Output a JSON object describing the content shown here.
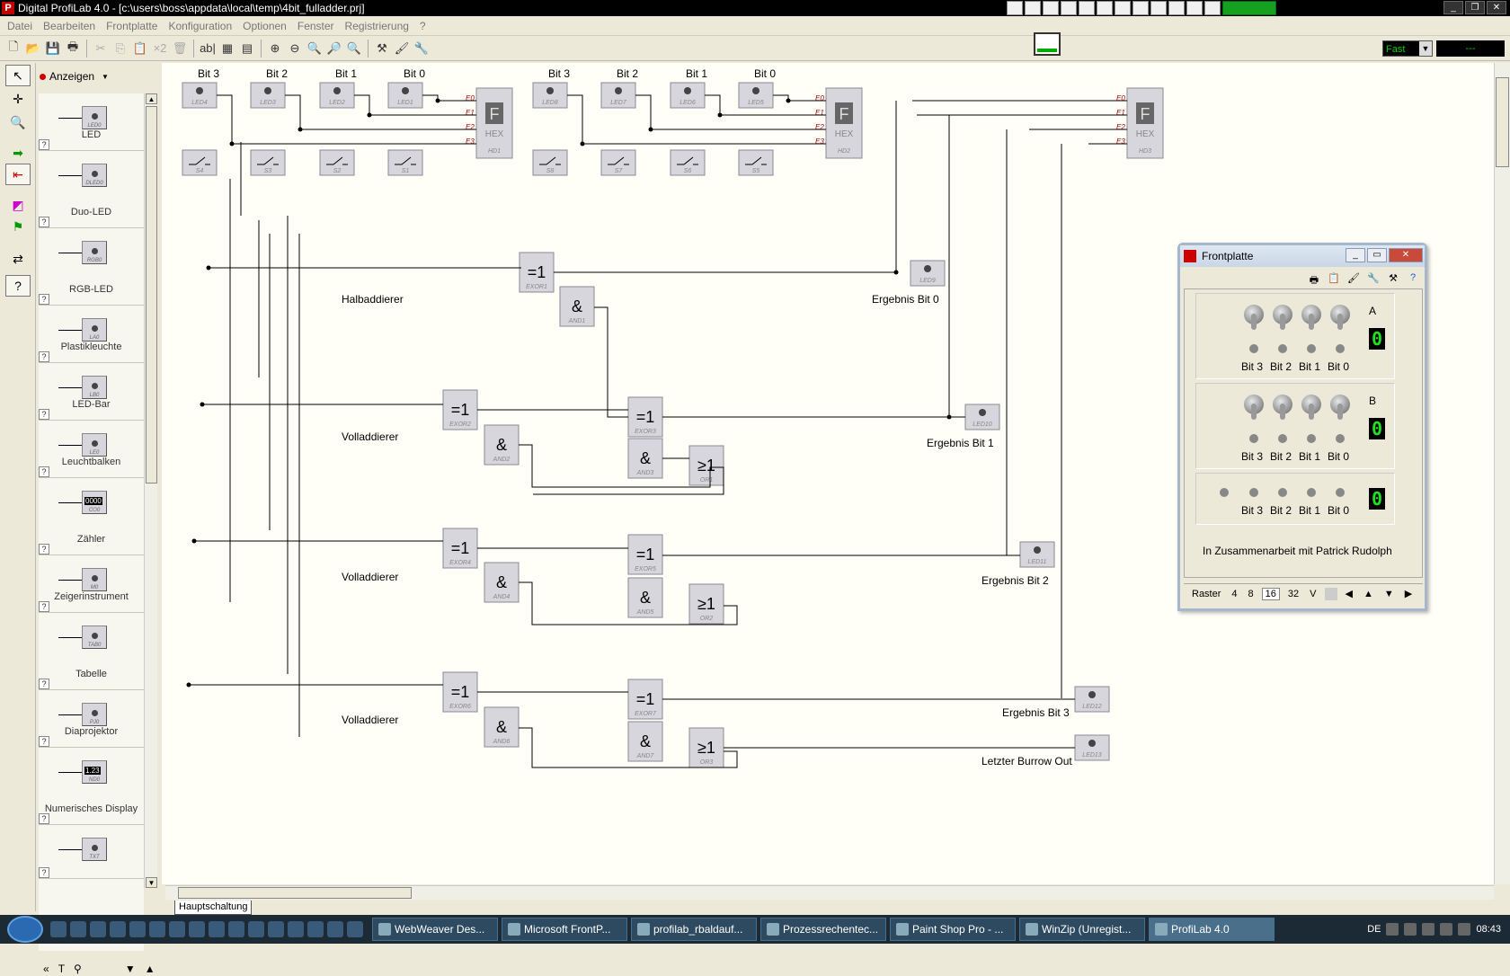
{
  "window": {
    "title": "Digital ProfiLab 4.0 - [c:\\users\\boss\\appdata\\local\\temp\\4bit_fulladder.prj]",
    "app_icon": "P"
  },
  "menu": [
    "Datei",
    "Bearbeiten",
    "Frontplatte",
    "Konfiguration",
    "Optionen",
    "Fenster",
    "Registrierung",
    "?"
  ],
  "toolbar": {
    "speed": "Fast",
    "display": "---",
    "copy_x2": "×2",
    "label_tool": "ab|"
  },
  "palette": {
    "header": "Anzeigen",
    "items": [
      {
        "label": "LED",
        "tag": "LED0"
      },
      {
        "label": "Duo-LED",
        "tag": "DLED0"
      },
      {
        "label": "RGB-LED",
        "tag": "RGB0"
      },
      {
        "label": "Plastikleuchte",
        "tag": "LA0"
      },
      {
        "label": "LED-Bar",
        "tag": "LB0"
      },
      {
        "label": "Leuchtbalken",
        "tag": "LE0"
      },
      {
        "label": "Zähler",
        "tag": "CO0",
        "display": "0000"
      },
      {
        "label": "Zeigerinstrument",
        "tag": "M0"
      },
      {
        "label": "Tabelle",
        "tag": "TAB0"
      },
      {
        "label": "Diaprojektor",
        "tag": "PJ0"
      },
      {
        "label": "Numerisches Display",
        "tag": "ND0",
        "display": "1.23"
      },
      {
        "label": "",
        "tag": "TXT"
      }
    ]
  },
  "schematic": {
    "bit_labels": [
      "Bit 3",
      "Bit 2",
      "Bit 1",
      "Bit 0",
      "Bit 3",
      "Bit 2",
      "Bit 1",
      "Bit 0"
    ],
    "leds_top": [
      "LED4",
      "LED3",
      "LED2",
      "LED1",
      "LED8",
      "LED7",
      "LED6",
      "LED5"
    ],
    "switches": [
      "S4",
      "S3",
      "S2",
      "S1",
      "S8",
      "S7",
      "S6",
      "S5"
    ],
    "hex_displays": [
      {
        "title": "HEX",
        "tag": "HD1",
        "glyph": "F",
        "inputs": [
          "E0",
          "E1",
          "E2",
          "E3"
        ]
      },
      {
        "title": "HEX",
        "tag": "HD2",
        "glyph": "F",
        "inputs": [
          "E0",
          "E1",
          "E2",
          "E3"
        ]
      },
      {
        "title": "HEX",
        "tag": "HD3",
        "glyph": "F",
        "inputs": [
          "E0",
          "E1",
          "E2",
          "E3"
        ]
      }
    ],
    "gates": [
      {
        "sym": "=1",
        "tag": "EXOR1"
      },
      {
        "sym": "&",
        "tag": "AND1"
      },
      {
        "sym": "=1",
        "tag": "EXOR2"
      },
      {
        "sym": "&",
        "tag": "AND2"
      },
      {
        "sym": "=1",
        "tag": "EXOR3"
      },
      {
        "sym": "&",
        "tag": "AND3"
      },
      {
        "sym": "≥1",
        "tag": "OR1"
      },
      {
        "sym": "=1",
        "tag": "EXOR4"
      },
      {
        "sym": "&",
        "tag": "AND4"
      },
      {
        "sym": "=1",
        "tag": "EXOR5"
      },
      {
        "sym": "&",
        "tag": "AND5"
      },
      {
        "sym": "≥1",
        "tag": "OR2"
      },
      {
        "sym": "=1",
        "tag": "EXOR6"
      },
      {
        "sym": "&",
        "tag": "AND6"
      },
      {
        "sym": "=1",
        "tag": "EXOR7"
      },
      {
        "sym": "&",
        "tag": "AND7"
      },
      {
        "sym": "≥1",
        "tag": "OR3"
      }
    ],
    "leds_out": [
      "LED9",
      "LED10",
      "LED11",
      "LED12",
      "LED13"
    ],
    "labels": {
      "halbaddierer": "Halbaddierer",
      "volladdierer": "Volladdierer",
      "erg0": "Ergebnis Bit 0",
      "erg1": "Ergebnis Bit 1",
      "erg2": "Ergebnis Bit 2",
      "erg3": "Ergebnis Bit 3",
      "burrow": "Letzter Burrow Out"
    }
  },
  "sheet_tab": "Hauptschaltung",
  "frontplatte": {
    "title": "Frontplatte",
    "group_a": {
      "label": "A",
      "bits": [
        "Bit 3",
        "Bit 2",
        "Bit 1",
        "Bit 0"
      ],
      "value": "0"
    },
    "group_b": {
      "label": "B",
      "bits": [
        "Bit 3",
        "Bit 2",
        "Bit 1",
        "Bit 0"
      ],
      "value": "0"
    },
    "group_c": {
      "bits": [
        "Bit 3",
        "Bit 2",
        "Bit 1",
        "Bit 0"
      ],
      "value": "0"
    },
    "credit": "In Zusammenarbeit mit Patrick Rudolph",
    "footer": {
      "raster": "Raster",
      "options": [
        "4",
        "8",
        "16",
        "32"
      ],
      "v": "V"
    }
  },
  "taskbar": {
    "tasks": [
      "WebWeaver Des...",
      "Microsoft FrontP...",
      "profilab_rbaldauf...",
      "Prozessrechentec...",
      "Paint Shop Pro - ...",
      "WinZip (Unregist...",
      "ProfiLab 4.0"
    ],
    "lang": "DE",
    "clock": "08:43"
  },
  "colors": {
    "canvas": "#fffff7",
    "component": "#d7d6dc",
    "wire": "#000000",
    "label_red": "#a00000"
  }
}
